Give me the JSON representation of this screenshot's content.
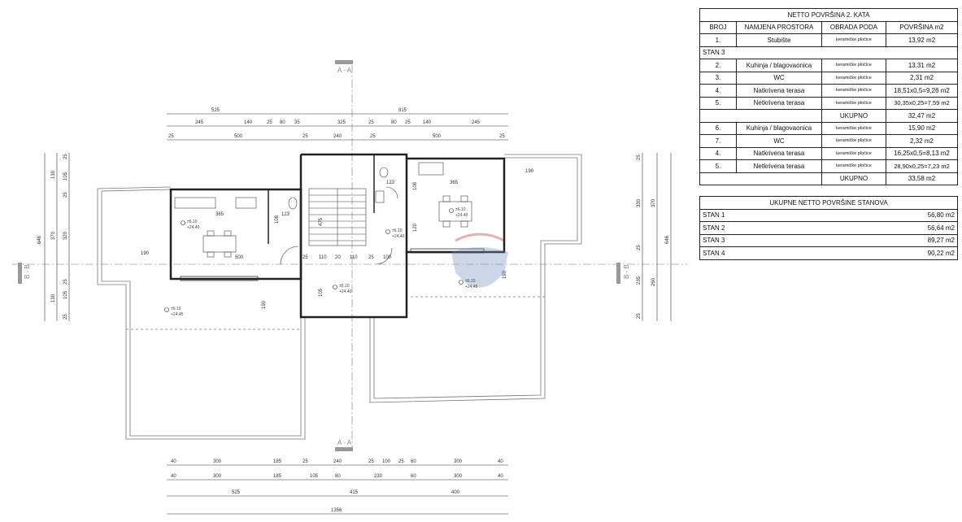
{
  "table1": {
    "title": "NETTO POVRŠINA  2. KATA",
    "headers": [
      "BROJ",
      "NAMJENA PROSTORA",
      "OBRADA PODA",
      "POVRŠINA m2"
    ],
    "row_stair": {
      "no": "1.",
      "name": "Stubište",
      "floor": "keramičke pločice",
      "area": "13,92 m2"
    },
    "section_label": "STAN 3",
    "stan3_rows": [
      {
        "no": "2.",
        "name": "Kuhinja / blagovaonica",
        "floor": "keramičke pločice",
        "area": "13,31 m2"
      },
      {
        "no": "3.",
        "name": "WC",
        "floor": "keramičke pločice",
        "area": "2,31 m2"
      },
      {
        "no": "4.",
        "name": "Natkrivena terasa",
        "floor": "keramičke pločice",
        "area": "18,51x0,5=9,26 m2"
      },
      {
        "no": "5.",
        "name": "Netkrivena terasa",
        "floor": "keramičke pločice",
        "area": "30,35x0,25=7,59 m2"
      }
    ],
    "total_a": {
      "label": "UKUPNO",
      "value": "32,47 m2"
    },
    "stan4_rows": [
      {
        "no": "6.",
        "name": "Kuhinja / blagovaonica",
        "floor": "keramičke pločice",
        "area": "15,90 m2"
      },
      {
        "no": "7.",
        "name": "WC",
        "floor": "keramičke pločice",
        "area": "2,32 m2"
      },
      {
        "no": "4.",
        "name": "Natkrivena terasa",
        "floor": "keramičke pločice",
        "area": "16,25x0,5=8,13 m2"
      },
      {
        "no": "5.",
        "name": "Netkrivena terasa",
        "floor": "keramičke pločice",
        "area": "28,90x0,25=7,23 m2"
      }
    ],
    "total_b": {
      "label": "UKUPNO",
      "value": "33,58 m2"
    }
  },
  "table2": {
    "title": "UKUPNE NETTO POVRŠINE STANOVA",
    "rows": [
      {
        "name": "STAN 1",
        "value": "56,80 m2"
      },
      {
        "name": "STAN 2",
        "value": "56,64 m2"
      },
      {
        "name": "STAN 3",
        "value": "89,27 m2"
      },
      {
        "name": "STAN 4",
        "value": "90,22 m2"
      }
    ]
  },
  "plan": {
    "section_top": "A - A",
    "section_bottom": "A - A",
    "section_left": "B - B",
    "section_right": "B - B",
    "dims_top_1": [
      "525",
      "815"
    ],
    "dims_top_2": [
      "245",
      "140",
      "25",
      "80",
      "35",
      "325",
      "25",
      "80",
      "25",
      "140",
      "245"
    ],
    "dims_top_3": [
      "25",
      "500",
      "25",
      "240",
      "25",
      "500",
      "25"
    ],
    "dims_bottom_1": [
      "40",
      "300",
      "185",
      "25",
      "240",
      "25",
      "100",
      "25",
      "60",
      "300",
      "40"
    ],
    "dims_bottom_2": [
      "40",
      "300",
      "185",
      "105",
      "80",
      "230",
      "60",
      "300",
      "40"
    ],
    "dims_bottom_3": [
      "525",
      "415",
      "400"
    ],
    "dims_bottom_total": "1356",
    "dims_left_outer": "646",
    "dims_left_inner": [
      "130",
      "370",
      "130"
    ],
    "dims_left_3": [
      "25",
      "105",
      "25",
      "320",
      "25",
      "105",
      "25"
    ],
    "dims_right_outer": "646",
    "dims_right_inner": [
      "370",
      "260"
    ],
    "dims_right_3": [
      "25",
      "330",
      "25",
      "235",
      "25"
    ],
    "interior": {
      "w_365_left": "365",
      "w_123_left": "123",
      "w_108_left": "108",
      "w_500_left": "500",
      "w_190_left": "190",
      "w_190_bottom": "190",
      "w_365_right": "365",
      "w_123_right": "123",
      "w_108_right": "108",
      "w_190_right": "190",
      "w_190_right_v": "190",
      "w_475": "475",
      "w_105": "105",
      "w_120": "120",
      "stair_row": [
        "25",
        "110",
        "20",
        "110",
        "25",
        "100"
      ],
      "level_a": "±6.10",
      "level_b": "+24.40",
      "level_c": "±6.15",
      "level_d": "+24.45"
    }
  }
}
